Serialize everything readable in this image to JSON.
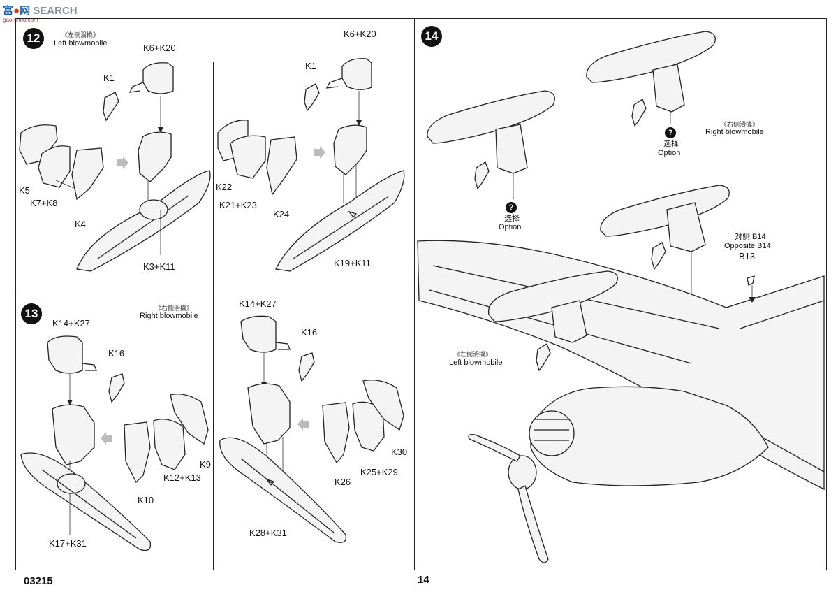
{
  "watermark": {
    "text": "SEARCH",
    "sub": "gao-shou.com"
  },
  "footer": {
    "catalog_no": "03215",
    "page_no": "14"
  },
  "step12": {
    "number": "12",
    "title_cn": "《左侧滑撬》",
    "title_en": "Left blowmobile",
    "left": {
      "k6k20": "K6+K20",
      "k1": "K1",
      "k5": "K5",
      "k7k8": "K7+K8",
      "k4": "K4",
      "k3k11": "K3+K11"
    },
    "right": {
      "k6k20": "K6+K20",
      "k1": "K1",
      "k22": "K22",
      "k21k23": "K21+K23",
      "k24": "K24",
      "k19k11": "K19+K11"
    }
  },
  "step13": {
    "number": "13",
    "title_cn": "《右侧滑撬》",
    "title_en": "Right blowmobile",
    "left": {
      "k14k27": "K14+K27",
      "k16": "K16",
      "k9": "K9",
      "k12k13": "K12+K13",
      "k10": "K10",
      "k17k31": "K17+K31"
    },
    "right": {
      "k14k27": "K14+K27",
      "k16": "K16",
      "k30": "K30",
      "k25k29": "K25+K29",
      "k26": "K26",
      "k28k31": "K28+K31"
    }
  },
  "step14": {
    "number": "14",
    "option_mark": "?",
    "option_cn_1": "选择",
    "option_en_1": "Option",
    "option_cn_2": "选择",
    "option_en_2": "Option",
    "right_cn": "《右侧滑撬》",
    "right_en": "Right blowmobile",
    "left_cn": "《左侧滑撬》",
    "left_en": "Left blowmobile",
    "opposite_cn": "对侧 B14",
    "opposite_en": "Opposite B14",
    "b13": "B13"
  }
}
